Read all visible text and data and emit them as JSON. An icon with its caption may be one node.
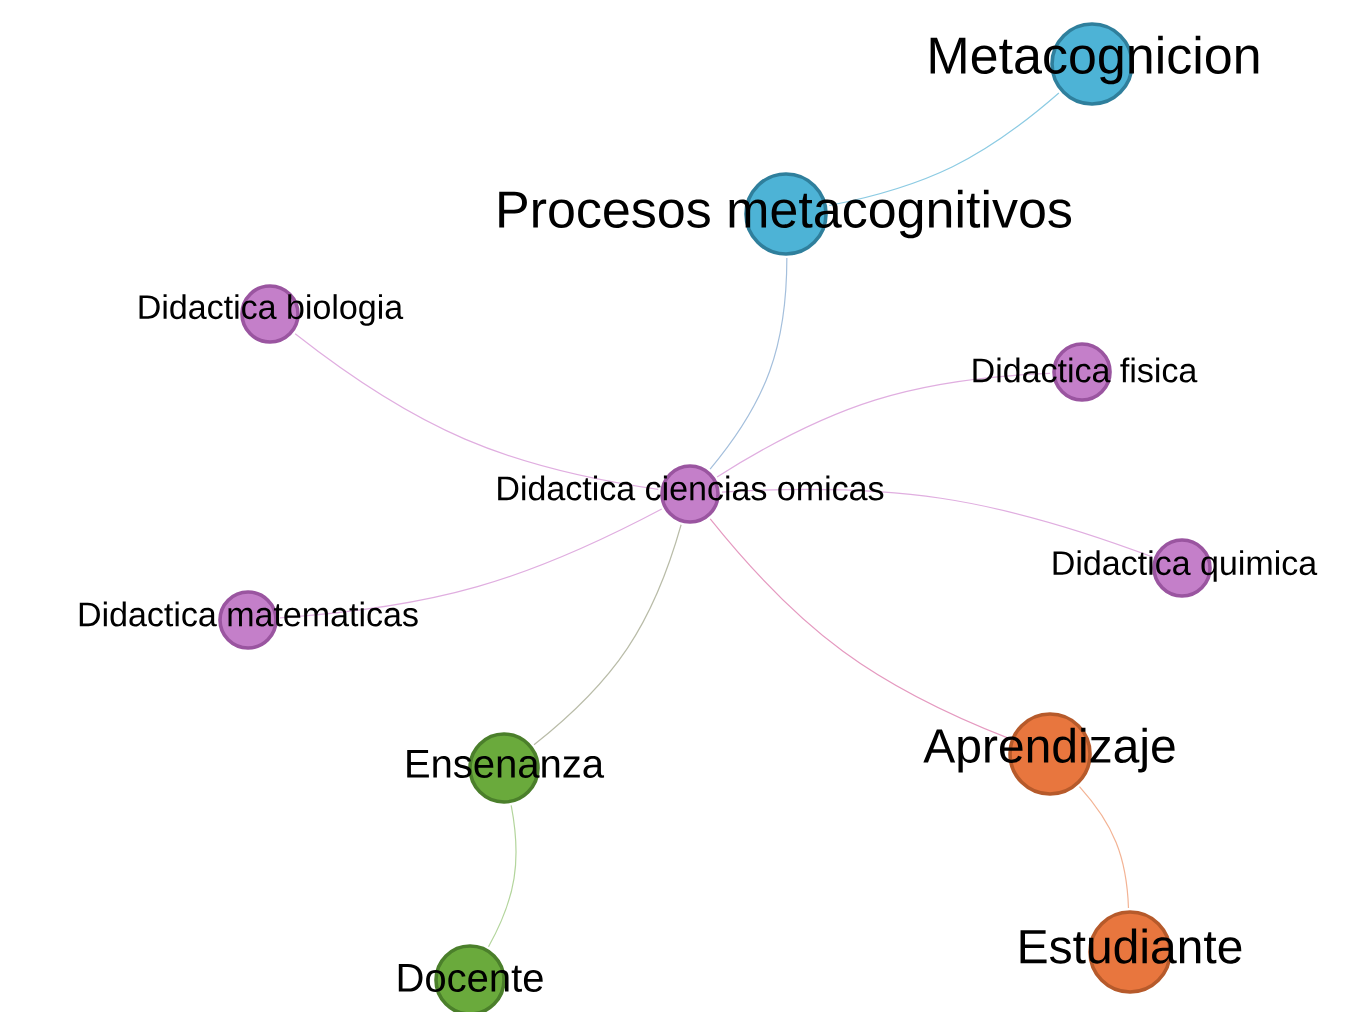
{
  "diagram": {
    "nodes": [
      {
        "text": [
          "Metacognicion"
        ]
      },
      {
        "text": [
          "Procesos metacognitivos"
        ]
      },
      {
        "text": [
          "Didactica biologia"
        ]
      },
      {
        "text": [
          "Didactica fisica"
        ]
      },
      {
        "text": [
          "Didactica ciencias omicas"
        ]
      },
      {
        "text": [
          "Didactica quimica"
        ]
      },
      {
        "text": [
          "Didactica matematicas"
        ]
      },
      {
        "text": [
          "Ensenanza"
        ]
      },
      {
        "text": [
          "Aprendizaje"
        ]
      },
      {
        "text": [
          "Docente"
        ]
      },
      {
        "text": [
          "Estudiante"
        ]
      }
    ],
    "edges": [
      {
        "from": 0,
        "to": 1,
        "arrow": "none",
        "color": "#8ccbe3"
      },
      {
        "from": 1,
        "to": 4,
        "arrow": "none",
        "color": "#a4bfdc"
      },
      {
        "from": 4,
        "to": 2,
        "arrow": "none",
        "color": "#e0aee0"
      },
      {
        "from": 4,
        "to": 3,
        "arrow": "none",
        "color": "#e0aee0"
      },
      {
        "from": 4,
        "to": 5,
        "arrow": "none",
        "color": "#e0aee0"
      },
      {
        "from": 4,
        "to": 6,
        "arrow": "none",
        "color": "#e0aee0"
      },
      {
        "from": 4,
        "to": 7,
        "arrow": "none",
        "color": "#b9bca8"
      },
      {
        "from": 4,
        "to": 8,
        "arrow": "none",
        "color": "#e59ac0"
      },
      {
        "from": 7,
        "to": 9,
        "arrow": "none",
        "color": "#b3d59c"
      },
      {
        "from": 8,
        "to": 10,
        "arrow": "none",
        "color": "#f3b394"
      }
    ]
  }
}
